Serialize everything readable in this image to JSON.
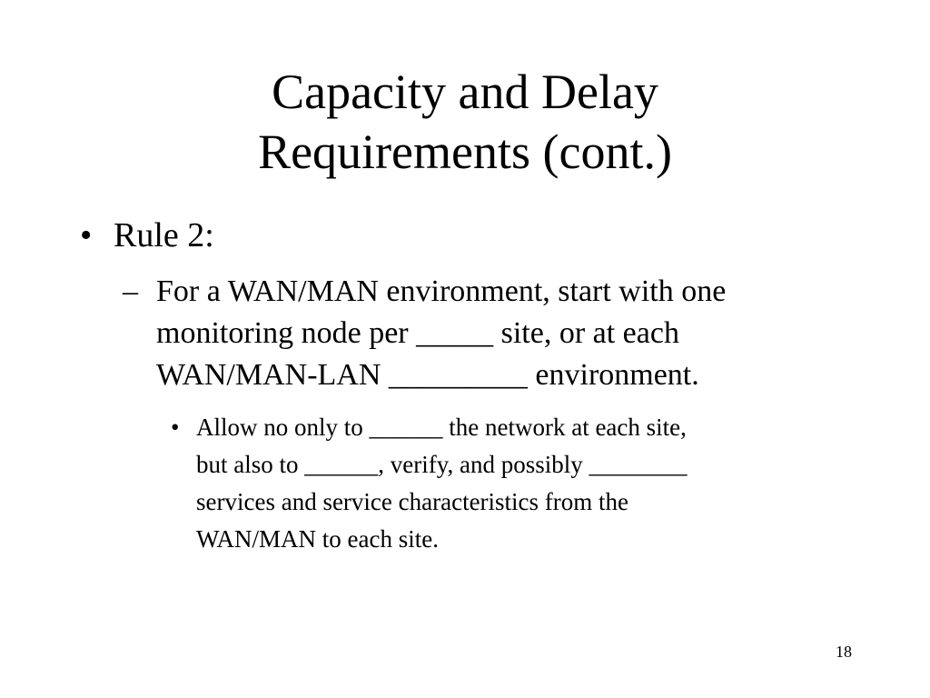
{
  "slide": {
    "title_lines": [
      "Capacity and Delay",
      "Requirements (cont.)"
    ],
    "bullet_symbol": "•",
    "dash_symbol": "–",
    "level1": {
      "text": "Rule 2:"
    },
    "level2": {
      "lines": [
        "For a WAN/MAN environment, start with one",
        "monitoring node per _____ site, or at each",
        "WAN/MAN-LAN _________ environment."
      ]
    },
    "level3": {
      "lines": [
        "Allow no only to ______ the network at each site,",
        "but also to ______, verify, and possibly ________",
        "services and service characteristics from the",
        "WAN/MAN to each site."
      ]
    },
    "page_number": "18"
  }
}
